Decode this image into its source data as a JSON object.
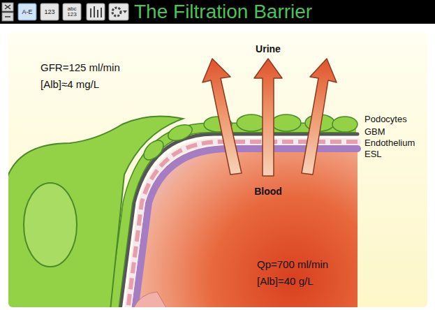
{
  "diagram": {
    "title": "The Filtration Barrier",
    "labels": [
      "A-E",
      "123",
      "abc 123",
      "GFR=125 ml/min",
      "[Alb]≈4 mg/L",
      "Urine",
      "Podocytes",
      "GBM",
      "Endothelium",
      "ESL",
      "Blood",
      "Qp=700 ml/min",
      "[Alb]=40 g/L"
    ]
  }
}
